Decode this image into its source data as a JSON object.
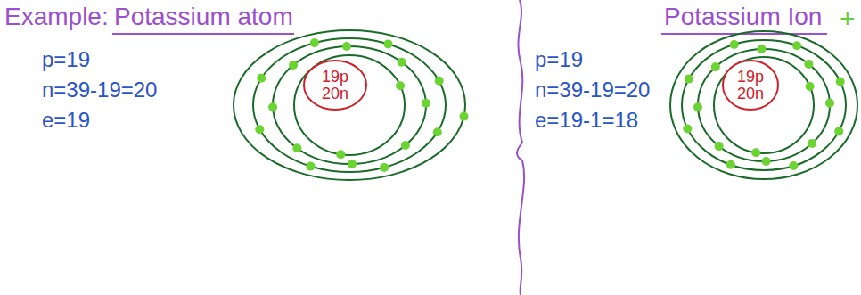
{
  "diagram": {
    "nodes": [
      {
        "text": [
          "19p",
          "20n"
        ]
      },
      {
        "text": [
          "19p",
          "20n"
        ]
      }
    ],
    "labels": [
      "Example:",
      "Potassium atom",
      "p=19",
      "n=39-19=20",
      "e=19",
      "Potassium Ion",
      "p=19",
      "n=39-19=20",
      "e=19-1=18",
      "+"
    ]
  }
}
